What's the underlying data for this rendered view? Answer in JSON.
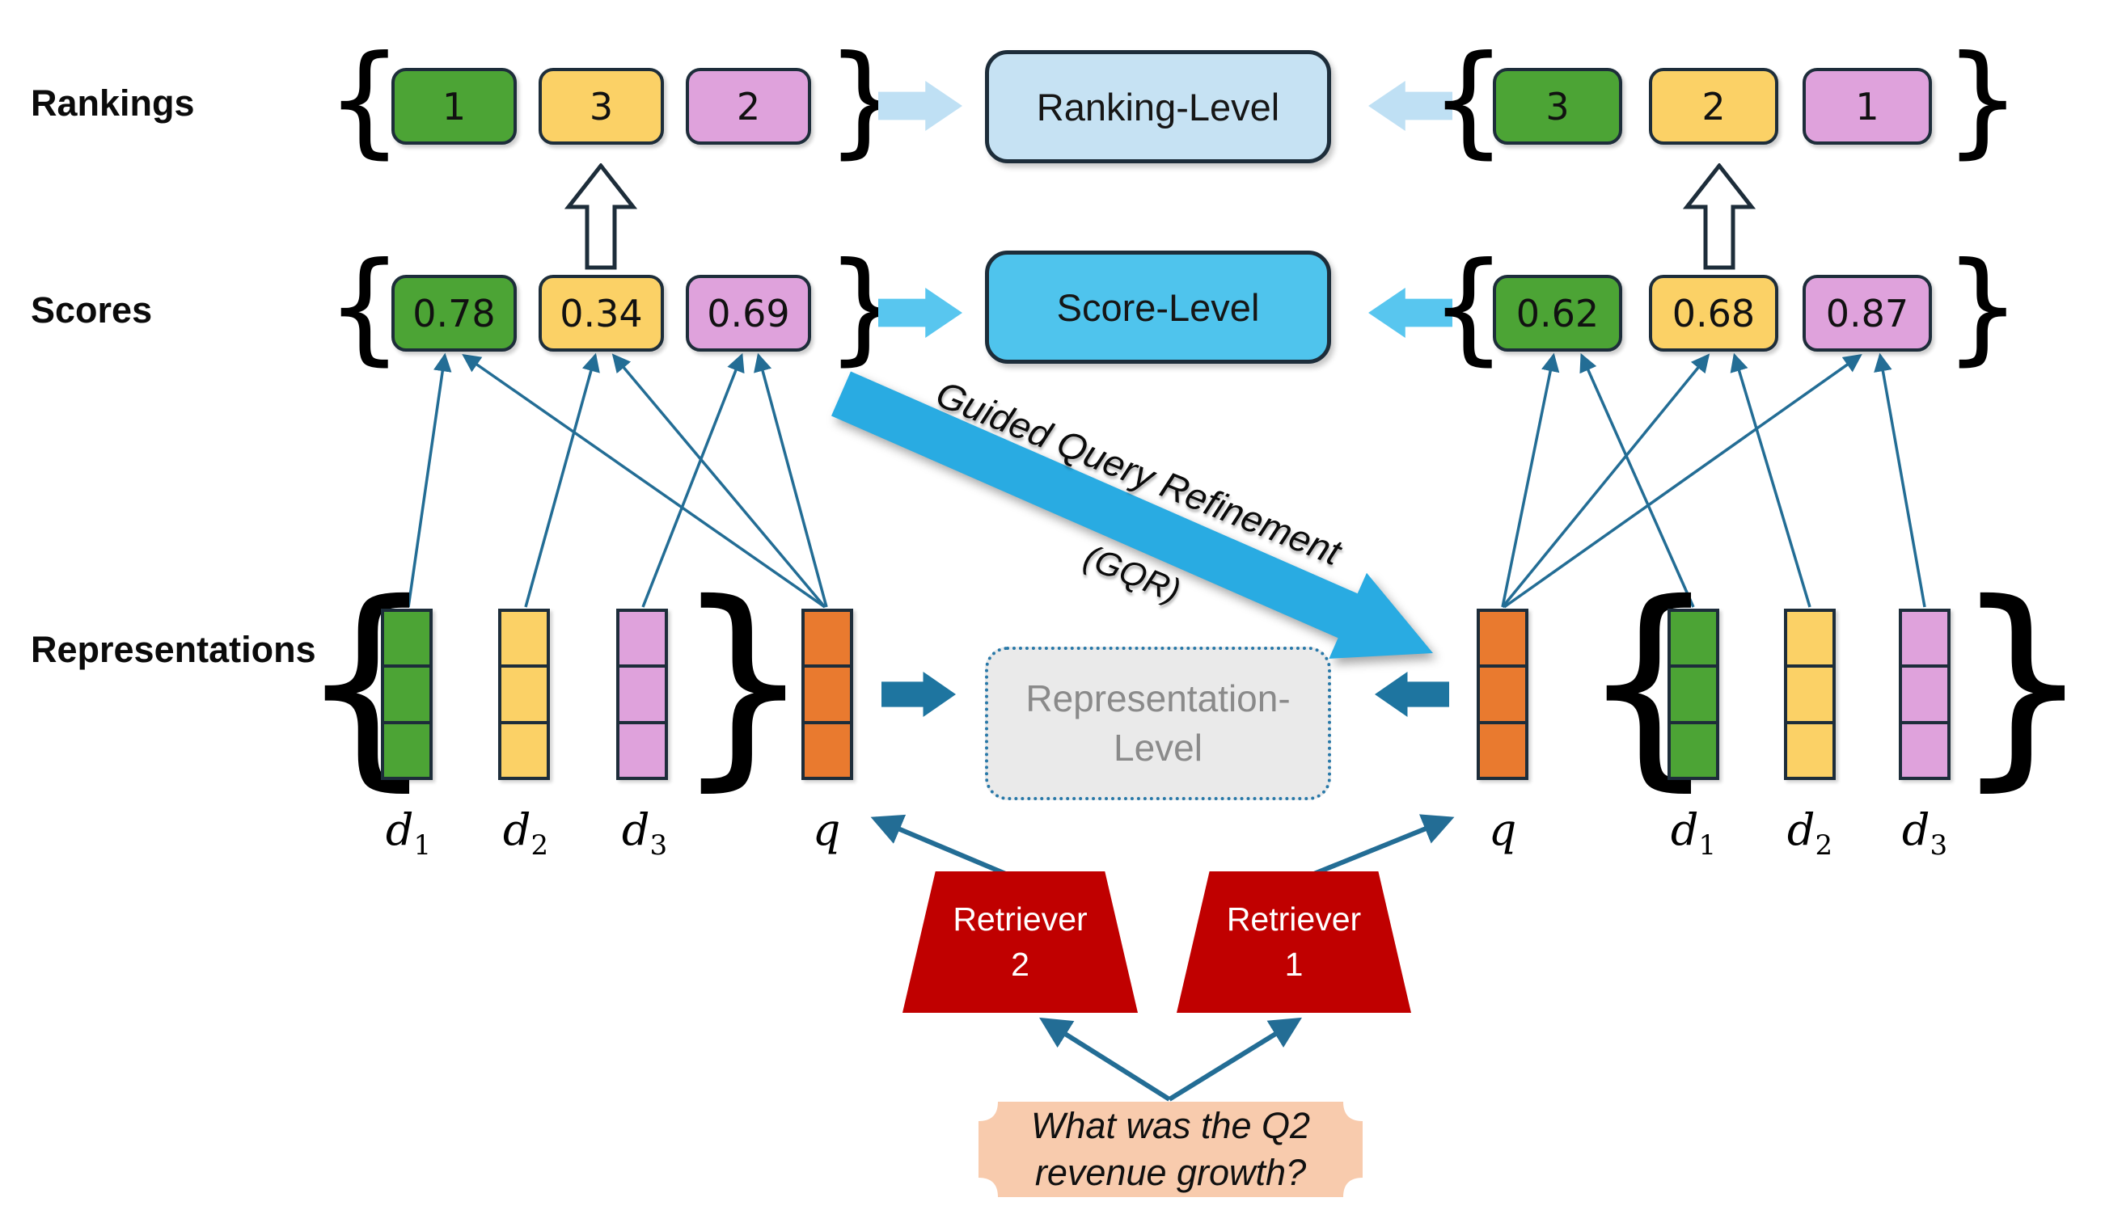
{
  "row_labels": {
    "rankings": "Rankings",
    "scores": "Scores",
    "representations": "Representations"
  },
  "glyphs": {
    "brace_open": "{",
    "brace_close": "}"
  },
  "fusion_levels": {
    "ranking": "Ranking-Level",
    "score": "Score-Level",
    "representation_line1": "Representation-",
    "representation_line2": "Level"
  },
  "gqr": {
    "line1": "Guided Query Refinement",
    "line2": "(GQR)"
  },
  "retriever2_side": {
    "rankings": [
      "1",
      "3",
      "2"
    ],
    "scores": [
      "0.78",
      "0.34",
      "0.69"
    ],
    "docs": [
      {
        "base": "d",
        "sub": "1"
      },
      {
        "base": "d",
        "sub": "2"
      },
      {
        "base": "d",
        "sub": "3"
      }
    ],
    "query": "q"
  },
  "retriever1_side": {
    "rankings": [
      "3",
      "2",
      "1"
    ],
    "scores": [
      "0.62",
      "0.68",
      "0.87"
    ],
    "docs": [
      {
        "base": "d",
        "sub": "1"
      },
      {
        "base": "d",
        "sub": "2"
      },
      {
        "base": "d",
        "sub": "3"
      }
    ],
    "query": "q"
  },
  "retrievers": {
    "left_line1": "Retriever",
    "left_line2": "2",
    "right_line1": "Retriever",
    "right_line2": "1"
  },
  "query_box": {
    "line1": "What was the Q2",
    "line2": "revenue growth?"
  },
  "colors": {
    "doc1_green": "#4CA435",
    "doc2_yellow": "#FBD166",
    "doc3_pink": "#DFA2DC",
    "query_orange": "#E97A2F",
    "retriever_red": "#C00000",
    "ranking_level_fill": "#C6E2F3",
    "score_level_fill": "#4FC4ED",
    "representation_level_fill": "#EAEAEA",
    "gqr_arrow_blue": "#29ABE2",
    "connector_teal": "#236D95",
    "light_arrow_blue": "#BFE0F4",
    "medium_arrow_blue": "#58C6EF",
    "dark_arrow_teal": "#1E75A0",
    "query_box_fill": "#F8CBAD",
    "box_border": "#1D2D3A"
  }
}
